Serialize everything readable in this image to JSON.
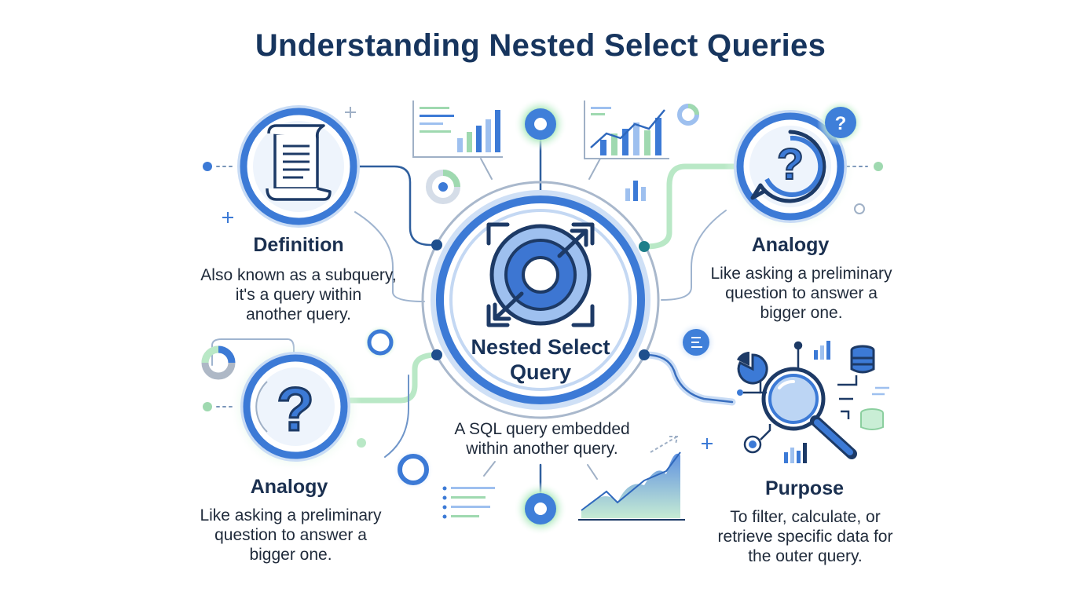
{
  "title": "Understanding Nested Select Queries",
  "center": {
    "label_line1": "Nested Select",
    "label_line2": "Query",
    "desc_line1": "A SQL query embedded",
    "desc_line2": "within another query."
  },
  "definition": {
    "heading": "Definition",
    "desc_line1": "Also known as a subquery,",
    "desc_line2": "it's a query within",
    "desc_line3": "another query.",
    "icon": "scroll-icon"
  },
  "analogy_top": {
    "heading": "Analogy",
    "desc_line1": "Like asking a preliminary",
    "desc_line2": "question to answer a",
    "desc_line3": "bigger one.",
    "icon": "question-bubble-icon"
  },
  "analogy_bottom": {
    "heading": "Analogy",
    "desc_line1": "Like asking a preliminary",
    "desc_line2": "question to answer a",
    "desc_line3": "bigger one.",
    "icon": "question-mark-icon"
  },
  "purpose": {
    "heading": "Purpose",
    "desc_line1": "To filter, calculate, or",
    "desc_line2": "retrieve specific data for",
    "desc_line3": "the outer query.",
    "icon": "magnifier-icon"
  },
  "colors": {
    "navy": "#17355e",
    "blue": "#3f7fd9",
    "light_blue": "#d6e6fa",
    "green_glow": "#a8e6b8"
  }
}
